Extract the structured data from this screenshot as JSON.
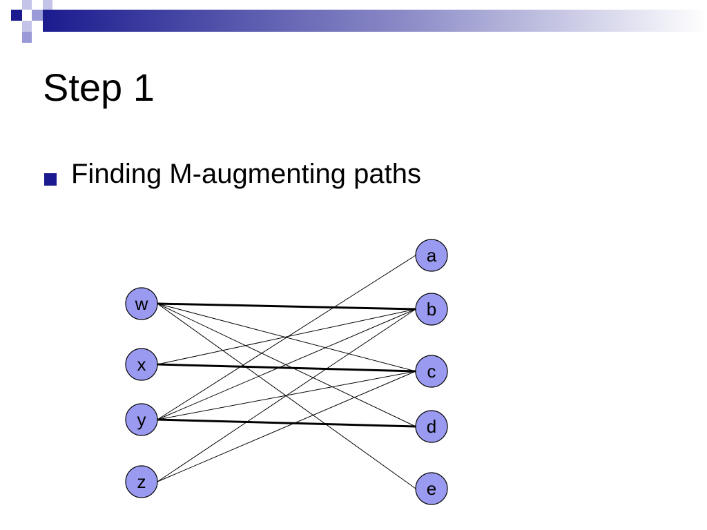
{
  "slide": {
    "title": "Step 1",
    "bullet": "Finding M-augmenting paths"
  },
  "graph": {
    "left_nodes": [
      "w",
      "x",
      "y",
      "z"
    ],
    "right_nodes": [
      "a",
      "b",
      "c",
      "d",
      "e"
    ],
    "edges": [
      {
        "from": "w",
        "to": "b",
        "matched": true
      },
      {
        "from": "w",
        "to": "c",
        "matched": false
      },
      {
        "from": "w",
        "to": "d",
        "matched": false
      },
      {
        "from": "w",
        "to": "e",
        "matched": false
      },
      {
        "from": "x",
        "to": "b",
        "matched": false
      },
      {
        "from": "x",
        "to": "c",
        "matched": true
      },
      {
        "from": "y",
        "to": "a",
        "matched": false
      },
      {
        "from": "y",
        "to": "b",
        "matched": false
      },
      {
        "from": "y",
        "to": "c",
        "matched": false
      },
      {
        "from": "y",
        "to": "d",
        "matched": true
      },
      {
        "from": "z",
        "to": "b",
        "matched": false
      },
      {
        "from": "z",
        "to": "c",
        "matched": false
      }
    ]
  },
  "colors": {
    "node_fill": "#9a9af0",
    "bullet": "#1b1b8f",
    "header_dark": "#1b1b8f",
    "header_light": "#9a9ad8"
  }
}
